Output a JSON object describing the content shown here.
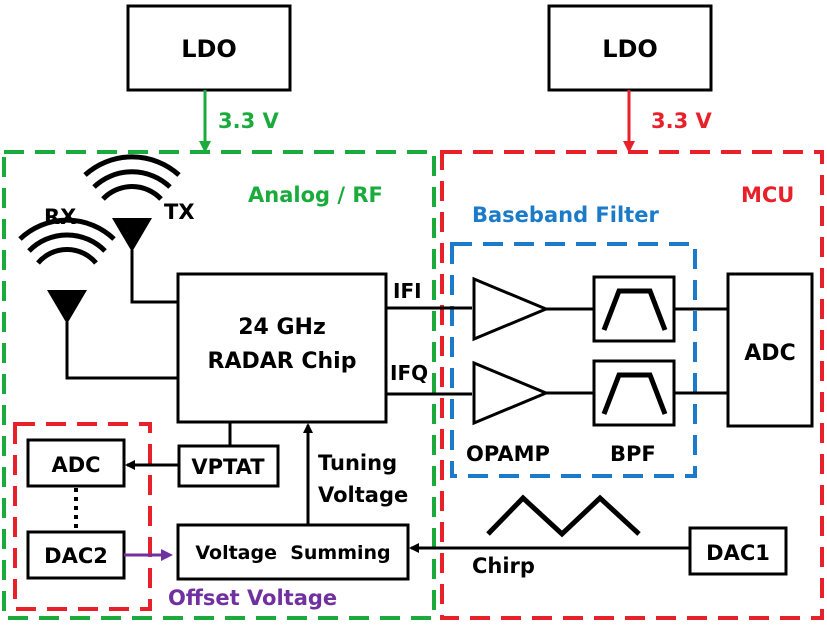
{
  "colors": {
    "analog_region": "#1aab3c",
    "mcu_region": "#e8202a",
    "baseband_region": "#1b7bc8",
    "offset_arrow": "#7030a0",
    "ink": "#000000"
  },
  "ldo_left": {
    "label": "LDO",
    "supply": "3.3 V"
  },
  "ldo_right": {
    "label": "LDO",
    "supply": "3.3 V"
  },
  "regions": {
    "analog_rf": "Analog / RF",
    "mcu": "MCU",
    "baseband_filter": "Baseband Filter"
  },
  "antennas": {
    "rx": "RX",
    "tx": "TX"
  },
  "radar_chip": {
    "line1": "24 GHz",
    "line2": "RADAR Chip"
  },
  "signals": {
    "ifi": "IFI",
    "ifq": "IFQ",
    "chirp": "Chirp"
  },
  "blocks": {
    "adc_main": "ADC",
    "opamp": "OPAMP",
    "bpf": "BPF",
    "vptat": "VPTAT",
    "adc_small": "ADC",
    "dac2": "DAC2",
    "voltage_summing": "Voltage  Summing",
    "dac1": "DAC1"
  },
  "annotations": {
    "tuning_line1": "Tuning",
    "tuning_line2": "Voltage",
    "offset_voltage": "Offset Voltage"
  },
  "icons": [
    "antenna-rx-icon",
    "antenna-tx-icon",
    "opamp-triangle-icon",
    "bandpass-filter-icon",
    "chirp-waveform-icon"
  ]
}
